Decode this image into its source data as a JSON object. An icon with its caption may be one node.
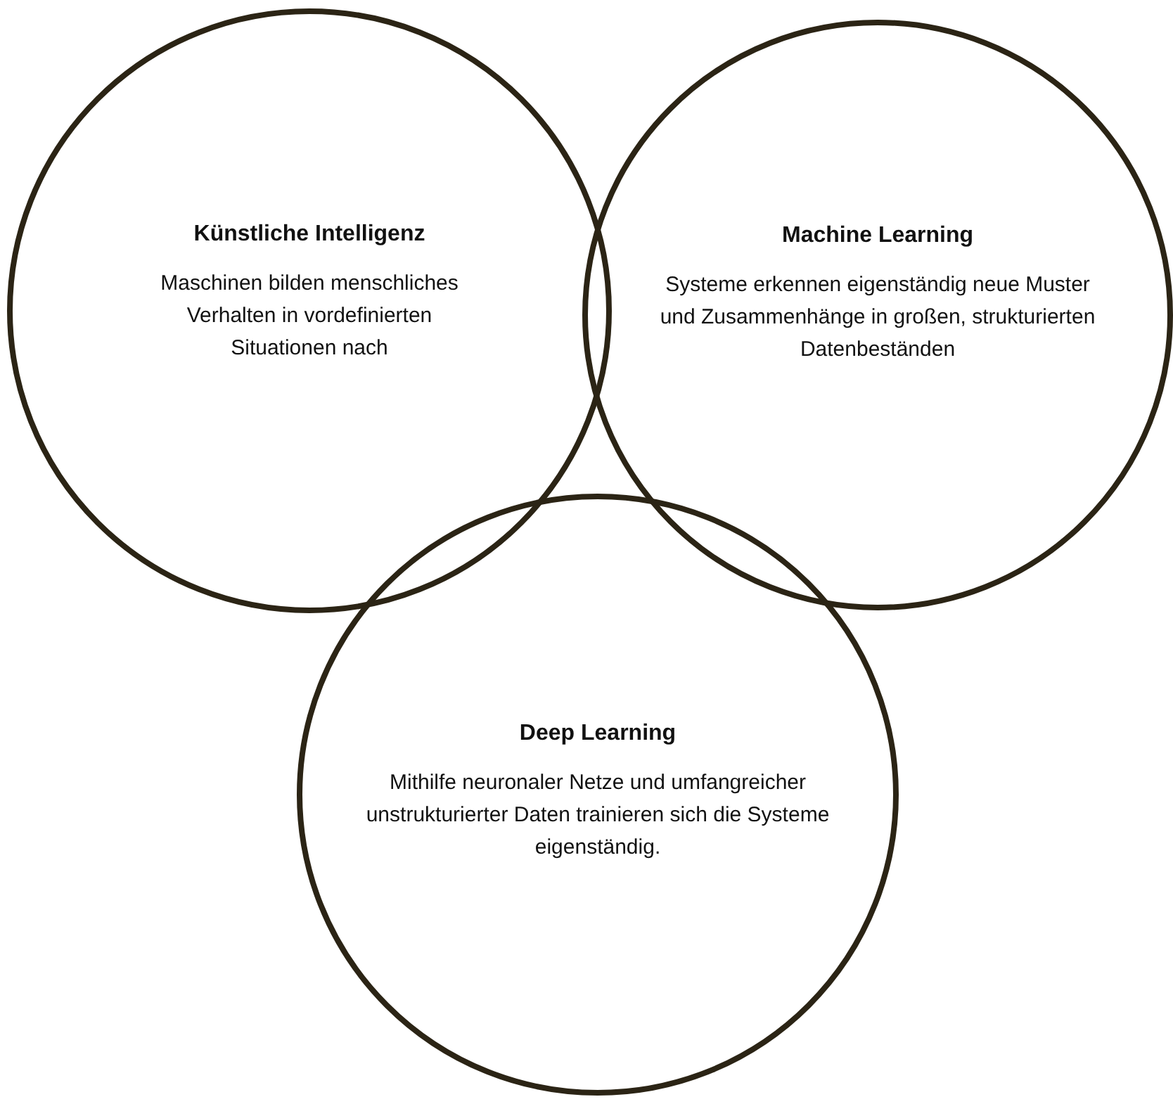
{
  "diagram": {
    "nodes": [
      {
        "text": [
          "Künstliche Intelligenz",
          "Maschinen bilden menschliches Verhalten in vordefinierten Situationen nach"
        ]
      },
      {
        "text": [
          "Machine Learning",
          "Systeme erkennen eigenständig neue Muster und Zusammenhänge in großen, strukturierten Datenbeständen"
        ]
      },
      {
        "text": [
          "Deep Learning",
          "Mithilfe neuronaler Netze und umfangreicher unstrukturierter Daten trainieren sich die Systeme eigenständig."
        ]
      }
    ]
  }
}
